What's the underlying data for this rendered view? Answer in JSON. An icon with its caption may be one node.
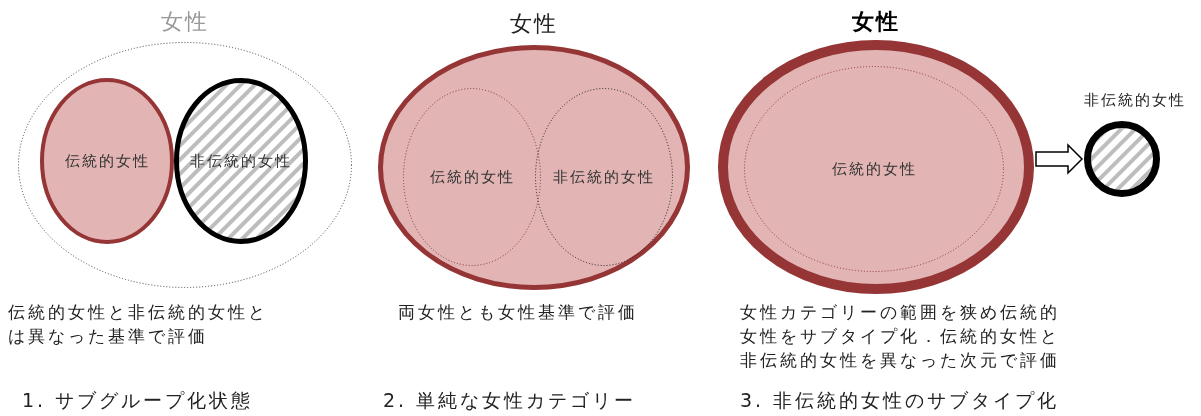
{
  "diagram": {
    "nodes": [
      {
        "text": [
          "女性"
        ]
      },
      {
        "text": [
          "伝統的女性"
        ],
        "in": 0
      },
      {
        "text": [
          "非伝統的女性"
        ],
        "in": 0
      },
      {
        "text": [
          "女性"
        ]
      },
      {
        "text": [
          "伝統的女性"
        ],
        "in": 3
      },
      {
        "text": [
          "非伝統的女性"
        ],
        "in": 3
      },
      {
        "text": [
          "女性"
        ]
      },
      {
        "text": [
          "伝統的女性"
        ],
        "in": 6
      },
      {
        "text": [
          "非伝統的女性"
        ]
      }
    ],
    "edges": [
      {
        "from": 6,
        "to": 8,
        "arrow": "to"
      }
    ],
    "labels": [
      "伝統的女性と非伝統的女性とは異なった基準で評価",
      "両女性とも女性基準で評価",
      "女性カテゴリーの範囲を狭め伝統的女性をサブタイプ化．伝統的女性と非伝統的女性を異なった次元で評価",
      "1. サブグループ化状態",
      "2. 単純な女性カテゴリー",
      "3. 非伝統的女性のサブタイプ化"
    ]
  }
}
